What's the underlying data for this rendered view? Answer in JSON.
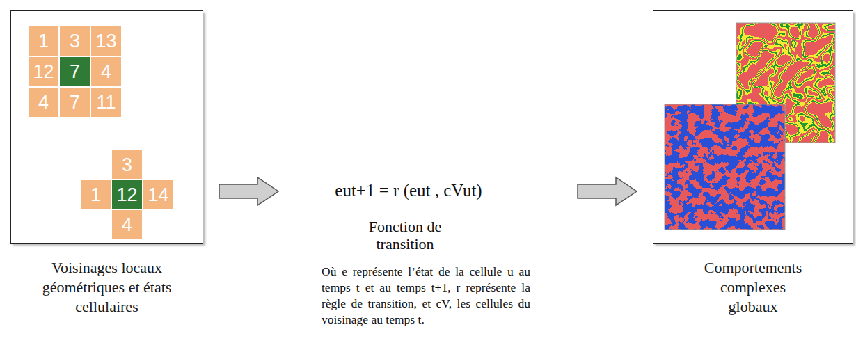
{
  "diagram": {
    "nodes": [
      {
        "text": [
          "Voisinages locaux géométriques et états cellulaires"
        ]
      },
      {
        "text": [
          "1"
        ],
        "in": 0
      },
      {
        "text": [
          "3"
        ],
        "in": 0
      },
      {
        "text": [
          "13"
        ],
        "in": 0
      },
      {
        "text": [
          "12"
        ],
        "in": 0
      },
      {
        "text": [
          "7"
        ],
        "in": 0
      },
      {
        "text": [
          "4"
        ],
        "in": 0
      },
      {
        "text": [
          "4"
        ],
        "in": 0
      },
      {
        "text": [
          "7"
        ],
        "in": 0
      },
      {
        "text": [
          "11"
        ],
        "in": 0
      },
      {
        "text": [
          "3"
        ],
        "in": 0
      },
      {
        "text": [
          "1"
        ],
        "in": 0
      },
      {
        "text": [
          "12"
        ],
        "in": 0
      },
      {
        "text": [
          "14"
        ],
        "in": 0
      },
      {
        "text": [
          "4"
        ],
        "in": 0
      },
      {
        "text": [
          "eut+1 = r (eut , cVut)",
          "Fonction de transition",
          "Où e représente l’état de la cellule u au temps t et au temps t+1, r représente la règle de transition, et cV, les cellules du voisinage au temps t."
        ]
      },
      {
        "text": [
          "Comportements complexes globaux"
        ]
      }
    ],
    "edges": [
      {
        "from": 0,
        "to": 15,
        "arrow": "to"
      },
      {
        "from": 15,
        "to": 16,
        "arrow": "to"
      }
    ]
  }
}
